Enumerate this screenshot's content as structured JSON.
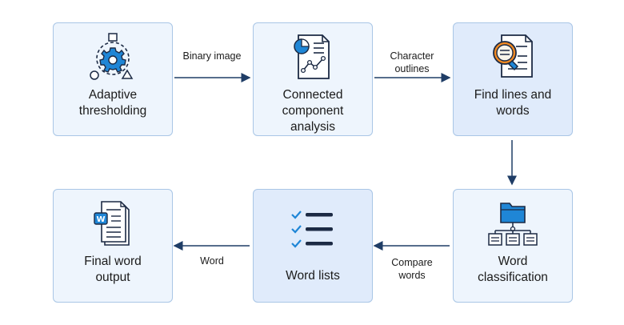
{
  "nodes": [
    {
      "id": "adaptive",
      "label": "Adaptive thresholding",
      "icon": "gear-shapes-icon"
    },
    {
      "id": "connected",
      "label": "Connected component analysis",
      "icon": "report-chart-icon"
    },
    {
      "id": "findlines",
      "label": "Find lines and words",
      "icon": "document-search-icon"
    },
    {
      "id": "classification",
      "label": "Word classification",
      "icon": "folder-hierarchy-icon"
    },
    {
      "id": "wordlists",
      "label": "Word lists",
      "icon": "checklist-icon"
    },
    {
      "id": "final",
      "label": "Final word output",
      "icon": "word-document-icon"
    }
  ],
  "edges": [
    {
      "from": "adaptive",
      "to": "connected",
      "label": "Binary image"
    },
    {
      "from": "connected",
      "to": "findlines",
      "label": "Character outlines"
    },
    {
      "from": "findlines",
      "to": "classification",
      "label": ""
    },
    {
      "from": "classification",
      "to": "wordlists",
      "label": "Compare words"
    },
    {
      "from": "wordlists",
      "to": "final",
      "label": "Word"
    }
  ],
  "colors": {
    "accent_blue": "#1f86d6",
    "navy": "#1c2a44",
    "orange": "#f28a22",
    "arrow": "#1f3d66"
  }
}
